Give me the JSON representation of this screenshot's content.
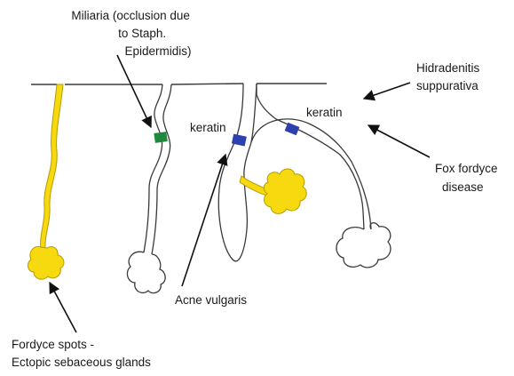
{
  "labels": {
    "miliaria": [
      "Miliaria (occlusion due",
      "to Staph.",
      "Epidermidis)"
    ],
    "hidradenitis": [
      "Hidradenitis",
      "suppurativa"
    ],
    "keratin_left": "keratin",
    "keratin_right": "keratin",
    "fox_fordyce": [
      "Fox fordyce",
      "disease"
    ],
    "acne": "Acne vulgaris",
    "fordyce_spots": [
      "Fordyce spots -",
      "Ectopic sebaceous glands"
    ]
  },
  "colors": {
    "sebaceous": "#f7d90f",
    "sebaceous_outline": "#b89a00",
    "occlusion_green": "#1f8a3b",
    "occlusion_blue": "#2e3fb0",
    "outline": "#3a3a3a",
    "arrow": "#111111"
  }
}
